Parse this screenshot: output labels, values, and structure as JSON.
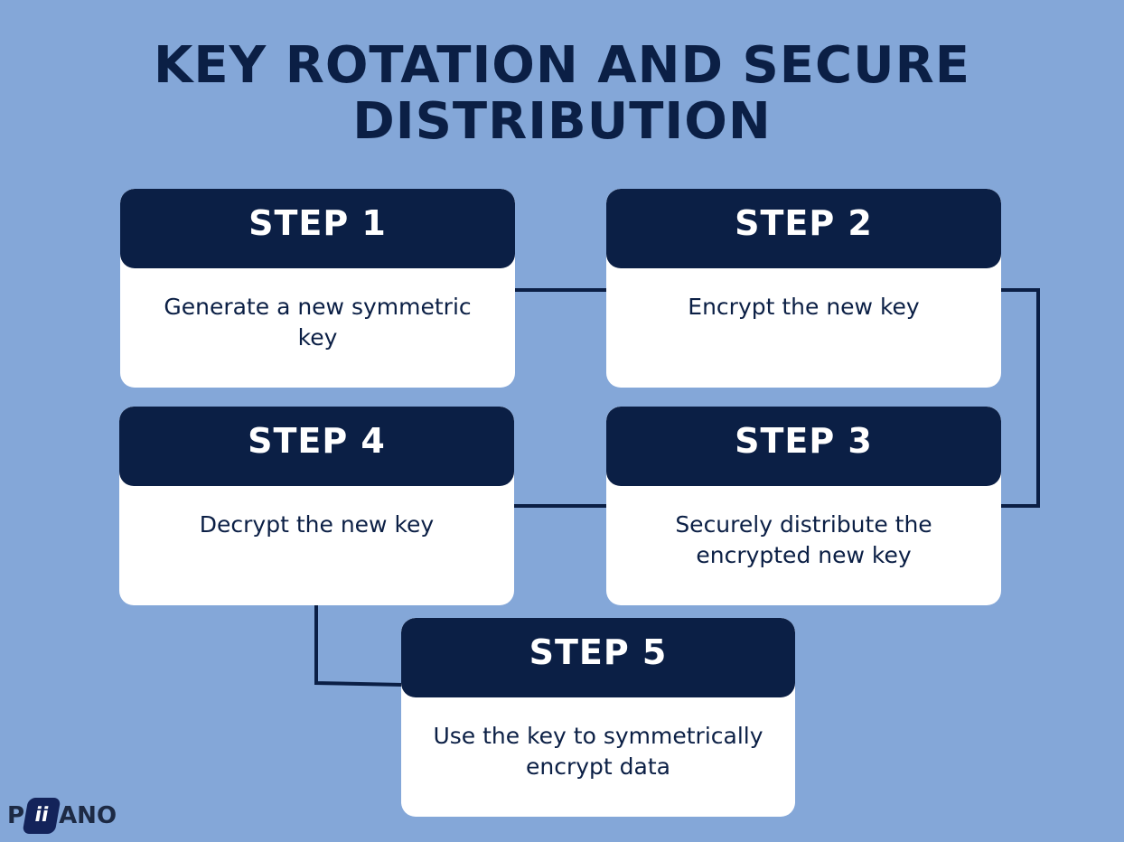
{
  "title": {
    "line1": "KEY ROTATION AND SECURE",
    "line2": "DISTRIBUTION"
  },
  "steps": [
    {
      "label": "STEP 1",
      "text": "Generate a new symmetric key"
    },
    {
      "label": "STEP 2",
      "text": "Encrypt the new key"
    },
    {
      "label": "STEP 3",
      "text": "Securely distribute the encrypted new key"
    },
    {
      "label": "STEP 4",
      "text": "Decrypt the new key"
    },
    {
      "label": "STEP 5",
      "text": "Use the key to symmetrically encrypt data"
    }
  ],
  "logo": {
    "text": "PIIANO",
    "letter_before": "P",
    "badge": "ii",
    "letters_after": "ANO"
  },
  "colors": {
    "background": "#84a7d8",
    "header": "#0b1f45",
    "card": "#ffffff",
    "text": "#0b1f45"
  }
}
